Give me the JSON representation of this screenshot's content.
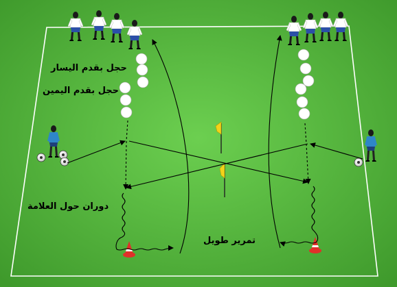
{
  "diagram": {
    "labels": {
      "hop_left": "حجل بقدم اليسار",
      "hop_right": "حجل بقدم اليمين",
      "dribble_around_cone": "دوران حول العلامة",
      "long_pass": "تمرير طويل"
    },
    "colors": {
      "grass_light": "#5cc243",
      "grass_dark": "#3f9a2c",
      "lines": "#ffffff",
      "player_blue": "#2f86c8",
      "flag_yellow": "#f2d21a",
      "cone_red": "#e0302a",
      "arrow": "#000000"
    }
  }
}
